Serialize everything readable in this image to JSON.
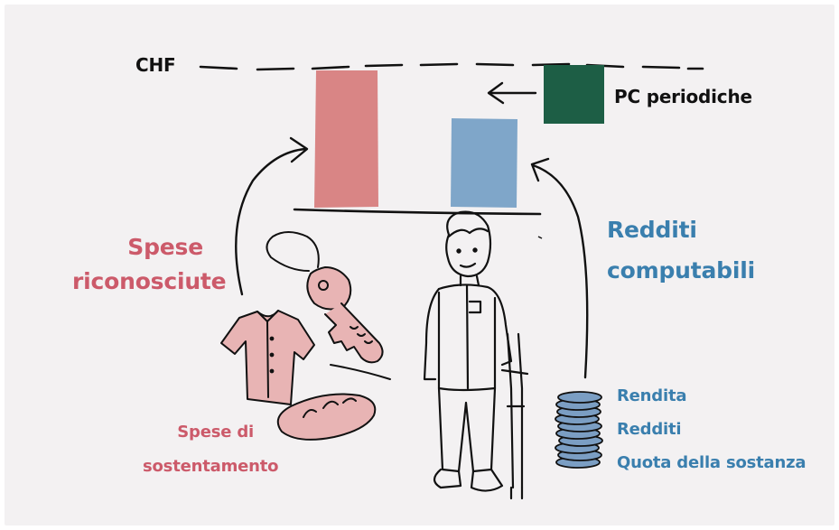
{
  "labels": {
    "currency": "CHF",
    "pc_periodiche": "PC periodiche",
    "spese_riconosciute": [
      "Spese",
      "riconosciute"
    ],
    "redditi_computabili": [
      "Redditi",
      "computabili"
    ],
    "spese_sostentamento": [
      "Spese di",
      "sostentamento"
    ],
    "income_items": [
      "Rendita",
      "Redditi",
      "Quota della sostanza"
    ]
  },
  "icons": {
    "expenses_bar": "pink-bar",
    "income_bar": "blue-bar",
    "supplement_block": "green-block",
    "person": "elderly-man-with-crutch-icon",
    "key": "key-icon",
    "shirt": "shirt-icon",
    "bread": "bread-icon",
    "coins": "coin-stack-icon"
  },
  "colors": {
    "background": "#f3f1f2",
    "expenses": "#d98585",
    "expenses_text": "#cc5a6a",
    "income": "#7fa6c9",
    "income_text": "#3a7fae",
    "supplement": "#1d5e45",
    "items_fill": "#e8b4b4",
    "coins_fill": "#7b9ec3"
  }
}
